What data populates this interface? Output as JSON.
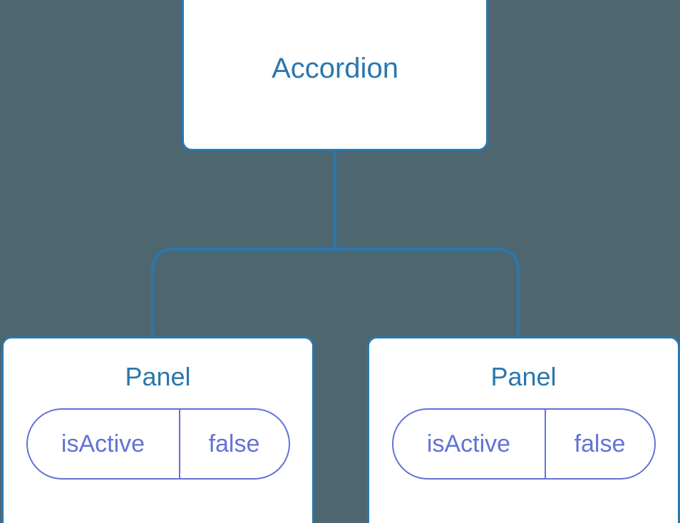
{
  "diagram": {
    "type": "component-tree",
    "background_color": "#4d6670",
    "accent_color": "#2a77ad",
    "state_color": "#6272d8",
    "node_background": "#ffffff",
    "root": {
      "title": "Accordion"
    },
    "children": [
      {
        "title": "Panel",
        "state": {
          "key": "isActive",
          "value": "false"
        }
      },
      {
        "title": "Panel",
        "state": {
          "key": "isActive",
          "value": "false"
        }
      }
    ]
  }
}
